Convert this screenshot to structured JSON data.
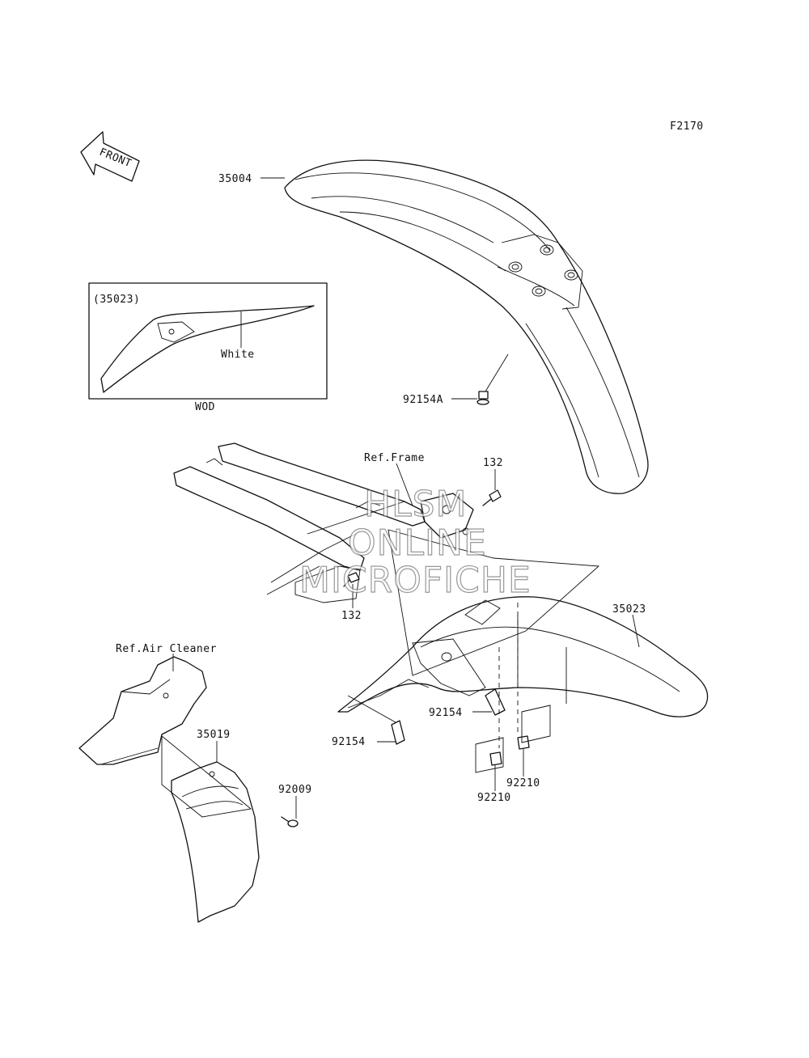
{
  "diagram_code": "F2170",
  "front_arrow_label": "FRONT",
  "parts": {
    "front_fender": "35004",
    "front_fender_bolt": "92154A",
    "rear_fender": "35023",
    "bolt_132_upper": "132",
    "bolt_132_lower": "132",
    "bolt_92154_right": "92154",
    "bolt_92154_left": "92154",
    "nut_92210_a": "92210",
    "nut_92210_b": "92210",
    "mudguard": "35019",
    "screw_92009": "92009"
  },
  "refs": {
    "frame": "Ref.Frame",
    "air_cleaner": "Ref.Air Cleaner"
  },
  "inset": {
    "part_ref": "(35023)",
    "color_note": "White",
    "caption": "WOD"
  },
  "watermark": [
    "HLSM",
    "ONLINE",
    "MICROFICHE"
  ]
}
